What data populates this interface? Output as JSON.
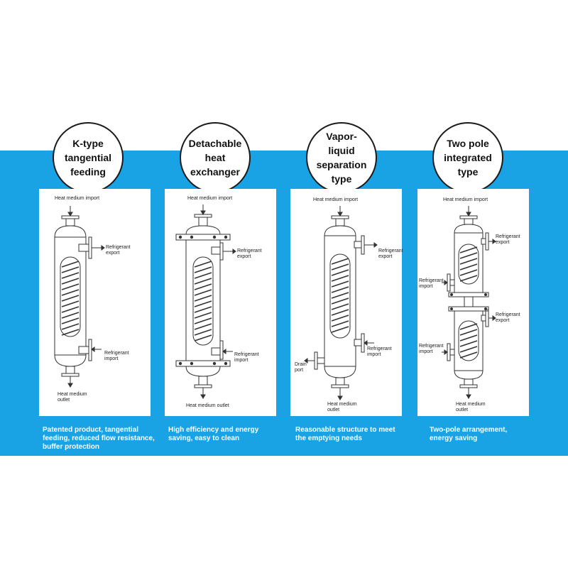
{
  "panels": [
    {
      "title": "K-type tangential feeding",
      "labels": {
        "top": "Heat medium import",
        "export": "Refrigerant export",
        "import": "Refrigerant import",
        "bottom": "Heat medium outlet"
      },
      "description": "Patented product, tangential feeding, reduced flow resistance, buffer protection"
    },
    {
      "title": "Detachable heat exchanger",
      "labels": {
        "top": "Heat medium import",
        "export": "Refrigerant export",
        "import": "Refrigerant import",
        "bottom": "Heat medium outlet"
      },
      "description": "High efficiency and energy saving, easy to clean"
    },
    {
      "title": "Vapor-liquid separation type",
      "labels": {
        "top": "Heat medium import",
        "export": "Refrigerant export",
        "import": "Refrigerant import",
        "drain": "Drain port",
        "bottom": "Heat medium outlet"
      },
      "description": "Reasonable structure to meet the emptying needs"
    },
    {
      "title": "Two pole integrated type",
      "labels": {
        "top": "Heat medium import",
        "export1": "Refrigerant export",
        "import1": "Refrigerant import",
        "export2": "Refrigerant export",
        "import2": "Refrigerant import",
        "bottom": "Heat medium outlet"
      },
      "description": "Two-pole arrangement, energy saving"
    }
  ],
  "colors": {
    "band": "#1aa3e4",
    "line": "#333333",
    "accent": "#e6a3b8"
  }
}
